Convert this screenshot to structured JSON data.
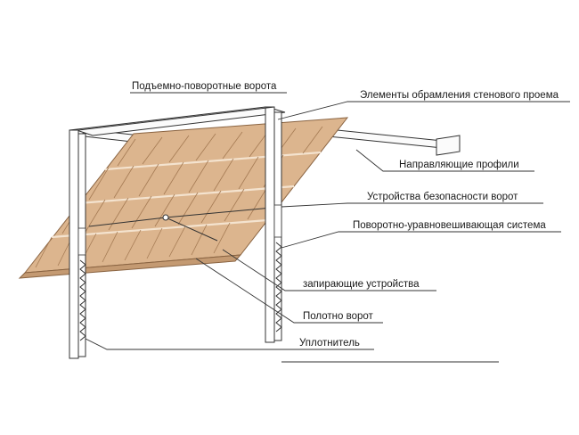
{
  "diagram": {
    "title": "Подъемно-поворотные ворота",
    "labels": {
      "frame_elements": "Элементы обрамления стенового проема",
      "guide_profiles": "Направляющие профили",
      "safety_devices": "Устройства безопасности ворот",
      "balance_system": "Поворотно-уравновешивающая система",
      "locking_devices": "запирающие устройства",
      "door_leaf": "Полотно ворот",
      "seal": "Уплотнитель"
    },
    "colors": {
      "panel": "#dcb58e",
      "panel_edge": "#8a6442",
      "line": "#333333"
    }
  }
}
